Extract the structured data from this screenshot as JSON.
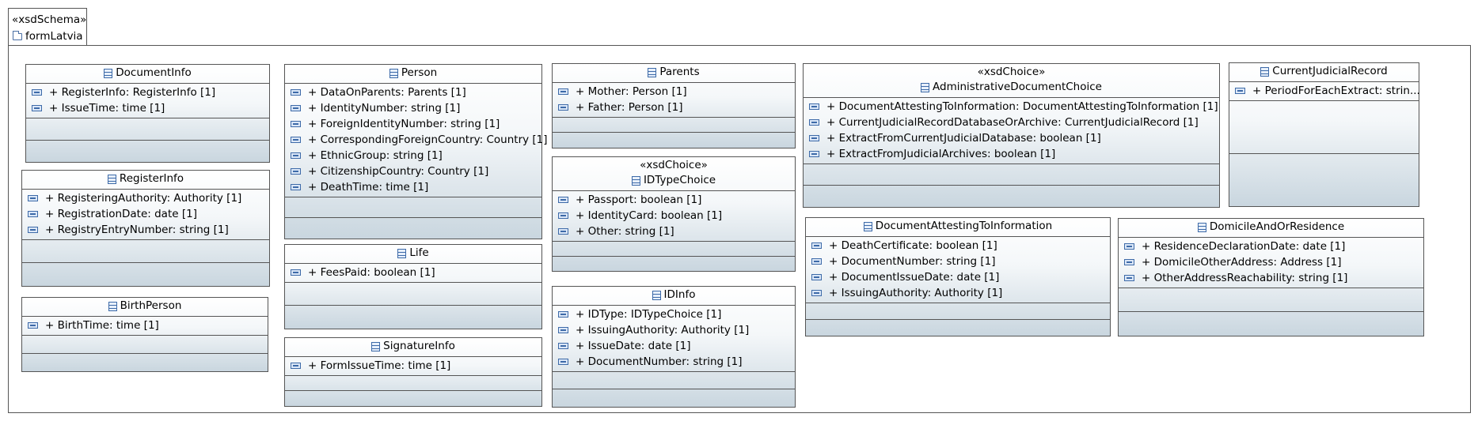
{
  "package": {
    "stereotype": "«xsdSchema»",
    "name": "formLatvia"
  },
  "classes": {
    "documentInfo": {
      "name": "DocumentInfo",
      "attributes": [
        "+ RegisterInfo: RegisterInfo [1]",
        "+ IssueTime: time [1]"
      ]
    },
    "registerInfo": {
      "name": "RegisterInfo",
      "attributes": [
        "+ RegisteringAuthority: Authority [1]",
        "+ RegistrationDate: date [1]",
        "+ RegistryEntryNumber: string [1]"
      ]
    },
    "birthPerson": {
      "name": "BirthPerson",
      "attributes": [
        "+ BirthTime: time [1]"
      ]
    },
    "person": {
      "name": "Person",
      "attributes": [
        "+ DataOnParents: Parents [1]",
        "+ IdentityNumber: string [1]",
        "+ ForeignIdentityNumber: string [1]",
        "+ CorrespondingForeignCountry: Country [1]",
        "+ EthnicGroup: string [1]",
        "+ CitizenshipCountry: Country [1]",
        "+ DeathTime: time [1]"
      ]
    },
    "life": {
      "name": "Life",
      "attributes": [
        "+ FeesPaid: boolean [1]"
      ]
    },
    "signatureInfo": {
      "name": "SignatureInfo",
      "attributes": [
        "+ FormIssueTime: time [1]"
      ]
    },
    "parents": {
      "name": "Parents",
      "attributes": [
        "+ Mother: Person [1]",
        "+ Father: Person [1]"
      ]
    },
    "idTypeChoice": {
      "stereotype": "«xsdChoice»",
      "name": "IDTypeChoice",
      "attributes": [
        "+ Passport: boolean [1]",
        "+ IdentityCard: boolean [1]",
        "+ Other: string [1]"
      ]
    },
    "idInfo": {
      "name": "IDInfo",
      "attributes": [
        "+ IDType: IDTypeChoice [1]",
        "+ IssuingAuthority: Authority [1]",
        "+ IssueDate: date [1]",
        "+ DocumentNumber: string [1]"
      ]
    },
    "administrativeDocumentChoice": {
      "stereotype": "«xsdChoice»",
      "name": "AdministrativeDocumentChoice",
      "attributes": [
        "+ DocumentAttestingToInformation: DocumentAttestingToInformation [1]",
        "+ CurrentJudicialRecordDatabaseOrArchive: CurrentJudicialRecord [1]",
        "+ ExtractFromCurrentJudicialDatabase: boolean [1]",
        "+ ExtractFromJudicialArchives: boolean [1]"
      ]
    },
    "currentJudicialRecord": {
      "name": "CurrentJudicialRecord",
      "attributes": [
        "+ PeriodForEachExtract: strin..."
      ]
    },
    "documentAttestingToInformation": {
      "name": "DocumentAttestingToInformation",
      "attributes": [
        "+ DeathCertificate: boolean [1]",
        "+ DocumentNumber: string [1]",
        "+ DocumentIssueDate: date [1]",
        "+ IssuingAuthority: Authority [1]"
      ]
    },
    "domicileAndOrResidence": {
      "name": "DomicileAndOrResidence",
      "attributes": [
        "+ ResidenceDeclarationDate: date [1]",
        "+ DomicileOtherAddress: Address [1]",
        "+ OtherAddressReachability: string [1]"
      ]
    }
  }
}
